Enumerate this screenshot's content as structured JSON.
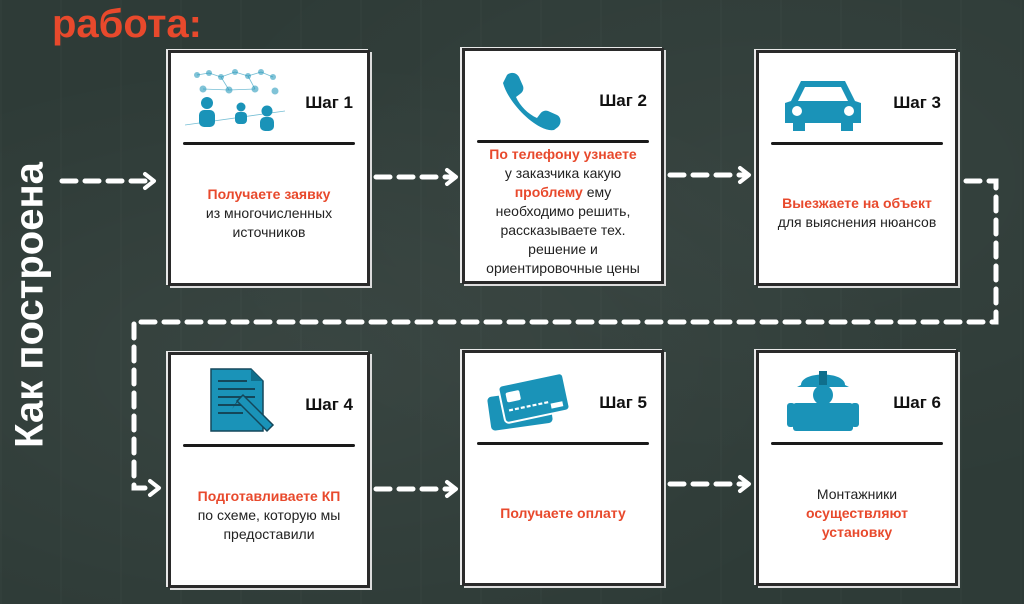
{
  "title": {
    "line1": "Как построена",
    "line2": "работа:"
  },
  "colors": {
    "accent": "#e8492c",
    "icon": "#1a93b8",
    "background": "#2e3b37"
  },
  "steps": [
    {
      "label": "Шаг 1",
      "icon": "crowd-icon",
      "h1": "Получаете заявку",
      "t1": "из многочисленных",
      "t2": "источников"
    },
    {
      "label": "Шаг 2",
      "icon": "phone-icon",
      "h1": "По телефону узнаете",
      "t1": "у заказчика какую",
      "h2": "проблему",
      "t2": " ему",
      "t3": "необходимо решить,",
      "t4": "рассказываете тех.",
      "t5": "решение и",
      "t6": "ориентировочные цены"
    },
    {
      "label": "Шаг 3",
      "icon": "car-icon",
      "h1": "Выезжаете на объект",
      "t1": "для выяснения нюансов"
    },
    {
      "label": "Шаг 4",
      "icon": "document-pen-icon",
      "h1": "Подготавливаете КП",
      "t1": "по схеме, которую мы",
      "t2": "предоставили"
    },
    {
      "label": "Шаг 5",
      "icon": "credit-cards-icon",
      "h1": "Получаете оплату"
    },
    {
      "label": "Шаг 6",
      "icon": "worker-helmet-icon",
      "t1": "Монтажники",
      "h1": "осуществляют",
      "h2": "установку"
    }
  ]
}
